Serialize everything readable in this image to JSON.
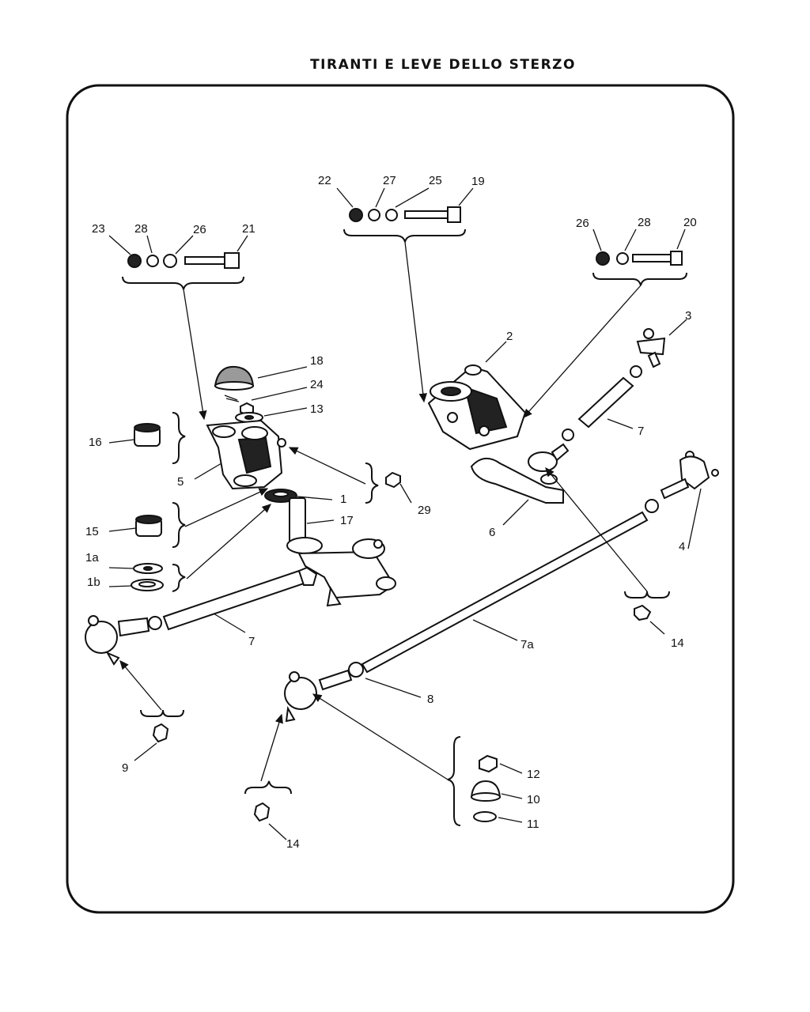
{
  "title": "TIRANTI E LEVE DELLO STERZO",
  "part_labels": {
    "p1": "1",
    "p1a": "1a",
    "p1b": "1b",
    "p2": "2",
    "p3": "3",
    "p4": "4",
    "p5": "5",
    "p6": "6",
    "p7_upper": "7",
    "p7_lower": "7",
    "p7a": "7a",
    "p8": "8",
    "p9": "9",
    "p10": "10",
    "p11": "11",
    "p12": "12",
    "p13": "13",
    "p14_right": "14",
    "p14_bottom": "14",
    "p15": "15",
    "p16": "16",
    "p17": "17",
    "p18": "18",
    "p19": "19",
    "p20": "20",
    "p21": "21",
    "p22": "22",
    "p23": "23",
    "p24": "24",
    "p25": "25",
    "p26_left": "26",
    "p26_right": "26",
    "p27": "27",
    "p28_left": "28",
    "p28_right": "28",
    "p29": "29"
  }
}
